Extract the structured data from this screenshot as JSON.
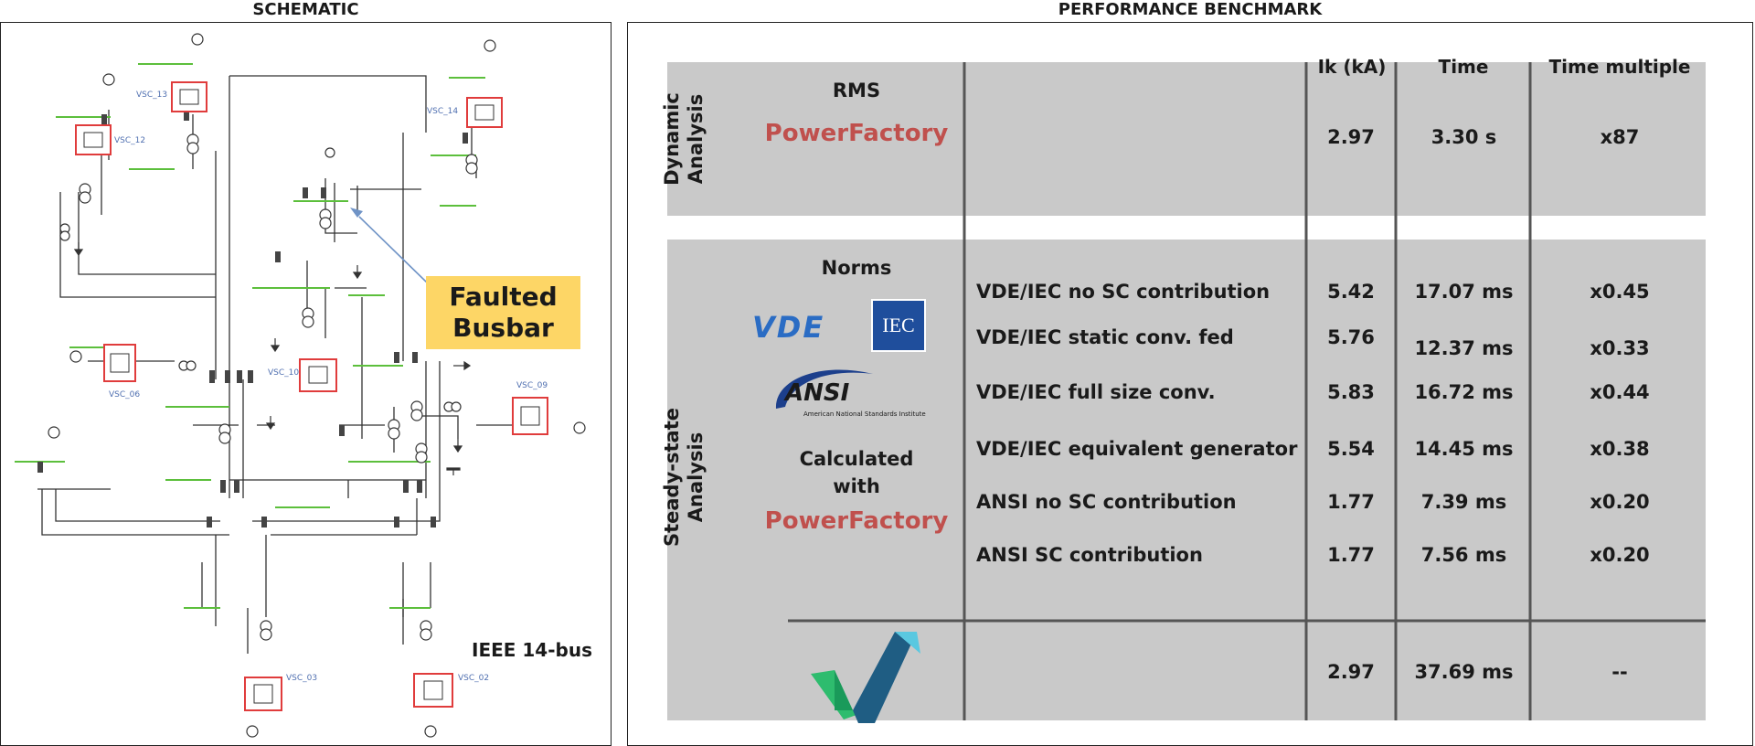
{
  "headings": {
    "schematic": "SCHEMATIC",
    "benchmark": "PERFORMANCE BENCHMARK"
  },
  "schematic": {
    "callout": [
      "Faulted",
      "Busbar"
    ],
    "system_label": "IEEE 14-bus",
    "vsc_labels": [
      "VSC_13",
      "VSC_12",
      "VSC_14",
      "VSC_06",
      "VSC_10",
      "VSC_09",
      "VSC_03",
      "VSC_02"
    ],
    "colors": {
      "callout_fill": "#fdd666",
      "vsc_box": "#e03c3c",
      "arrow": "#6f93c6",
      "busbar": "#5cbf3c"
    }
  },
  "benchmark": {
    "columns": [
      "Ik (kA)",
      "Time",
      "Time multiple"
    ],
    "dynamic": {
      "section_label": [
        "Dynamic",
        "Analysis"
      ],
      "method": "RMS",
      "tool": "PowerFactory",
      "row": {
        "ik": "2.97",
        "time": "3.30 s",
        "multiple": "x87"
      }
    },
    "steady": {
      "section_label": [
        "Steady-state",
        "Analysis"
      ],
      "norms_title": "Norms",
      "logos": {
        "vde": "VDE",
        "iec": "IEC",
        "ansi": "ANSI",
        "ansi_sub": "American National Standards Institute"
      },
      "calculated_with": [
        "Calculated",
        "with"
      ],
      "tool": "PowerFactory",
      "rows": [
        {
          "label": "VDE/IEC no SC contribution",
          "ik": "5.42",
          "time": "17.07 ms",
          "multiple": "x0.45"
        },
        {
          "label": "VDE/IEC static conv. fed",
          "ik": "5.76",
          "time": "12.37 ms",
          "multiple": "x0.33"
        },
        {
          "label": "VDE/IEC full size conv.",
          "ik": "5.83",
          "time": "16.72 ms",
          "multiple": "x0.44"
        },
        {
          "label": "VDE/IEC equivalent generator",
          "ik": "5.54",
          "time": "14.45 ms",
          "multiple": "x0.38"
        },
        {
          "label": "ANSI no SC contribution",
          "ik": "1.77",
          "time": "7.39 ms",
          "multiple": "x0.20"
        },
        {
          "label": "ANSI SC contribution",
          "ik": "1.77",
          "time": "7.56 ms",
          "multiple": "x0.20"
        }
      ],
      "reference": {
        "ik": "2.97",
        "time": "37.69 ms",
        "multiple": "--"
      }
    },
    "colors": {
      "panel": "#c9c9c9",
      "powerfactory": "#c0504d",
      "vde": "#2a6cc4",
      "iec": "#1f4e9c"
    }
  }
}
